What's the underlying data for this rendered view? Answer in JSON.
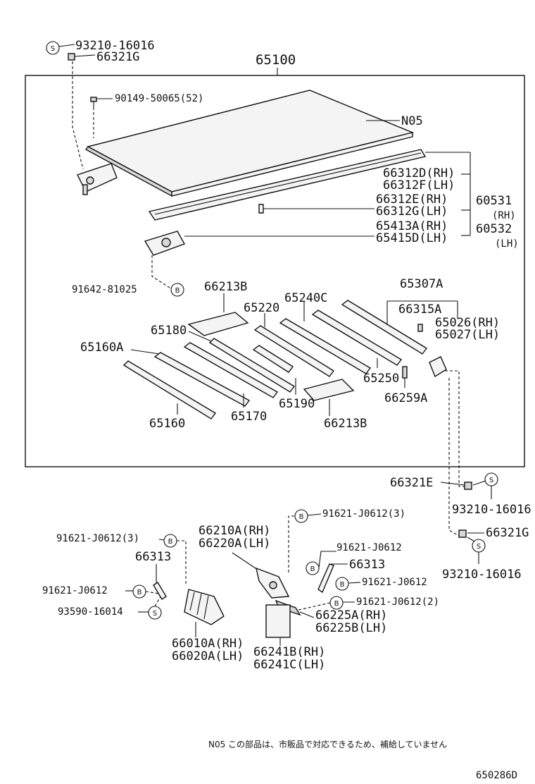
{
  "labels": {
    "l_93210_top": "93210-16016",
    "l_66321G_top": "66321G",
    "l_65100": "65100",
    "l_90149": "90149-50065(52)",
    "l_N05": "N05",
    "l_66312D": "66312D(RH)",
    "l_66312F": "66312F(LH)",
    "l_66312E": "66312E(RH)",
    "l_66312G": "66312G(LH)",
    "l_65413A": "65413A(RH)",
    "l_65415D": "65415D(LH)",
    "l_60531": "60531",
    "l_60531_rh": "(RH)",
    "l_60532": "60532",
    "l_60532_lh": "(LH)",
    "l_91642": "91642-81025",
    "l_66213B_top": "66213B",
    "l_65307A": "65307A",
    "l_65240C": "65240C",
    "l_65220": "65220",
    "l_66315A": "66315A",
    "l_65026": "65026(RH)",
    "l_65027": "65027(LH)",
    "l_65180": "65180",
    "l_65160A": "65160A",
    "l_65250": "65250",
    "l_66259A": "66259A",
    "l_65190": "65190",
    "l_66213B_bot": "66213B",
    "l_65160": "65160",
    "l_65170": "65170",
    "l_66321E": "66321E",
    "l_93210_mid": "93210-16016",
    "l_91621_r3": "91621-J0612(3)",
    "l_91621_l3": "91621-J0612(3)",
    "l_66210A": "66210A(RH)",
    "l_66220A": "66220A(LH)",
    "l_91621_r1": "91621-J0612",
    "l_66321G_mid": "66321G",
    "l_66313_left": "66313",
    "l_66313_right": "66313",
    "l_93210_low": "93210-16016",
    "l_91621_l1": "91621-J0612",
    "l_91621_r2": "91621-J0612",
    "l_93590": "93590-16014",
    "l_91621_r4": "91621-J0612(2)",
    "l_66225A": "66225A(RH)",
    "l_66225B": "66225B(LH)",
    "l_66010A": "66010A(RH)",
    "l_66020A": "66020A(LH)",
    "l_66241B": "66241B(RH)",
    "l_66241C": "66241C(LH)"
  },
  "badges": {
    "s": "S",
    "b": "B"
  },
  "footnote": "N05  この部品は、市販品で対応できるため、補給していません",
  "figure_id": "650286D"
}
